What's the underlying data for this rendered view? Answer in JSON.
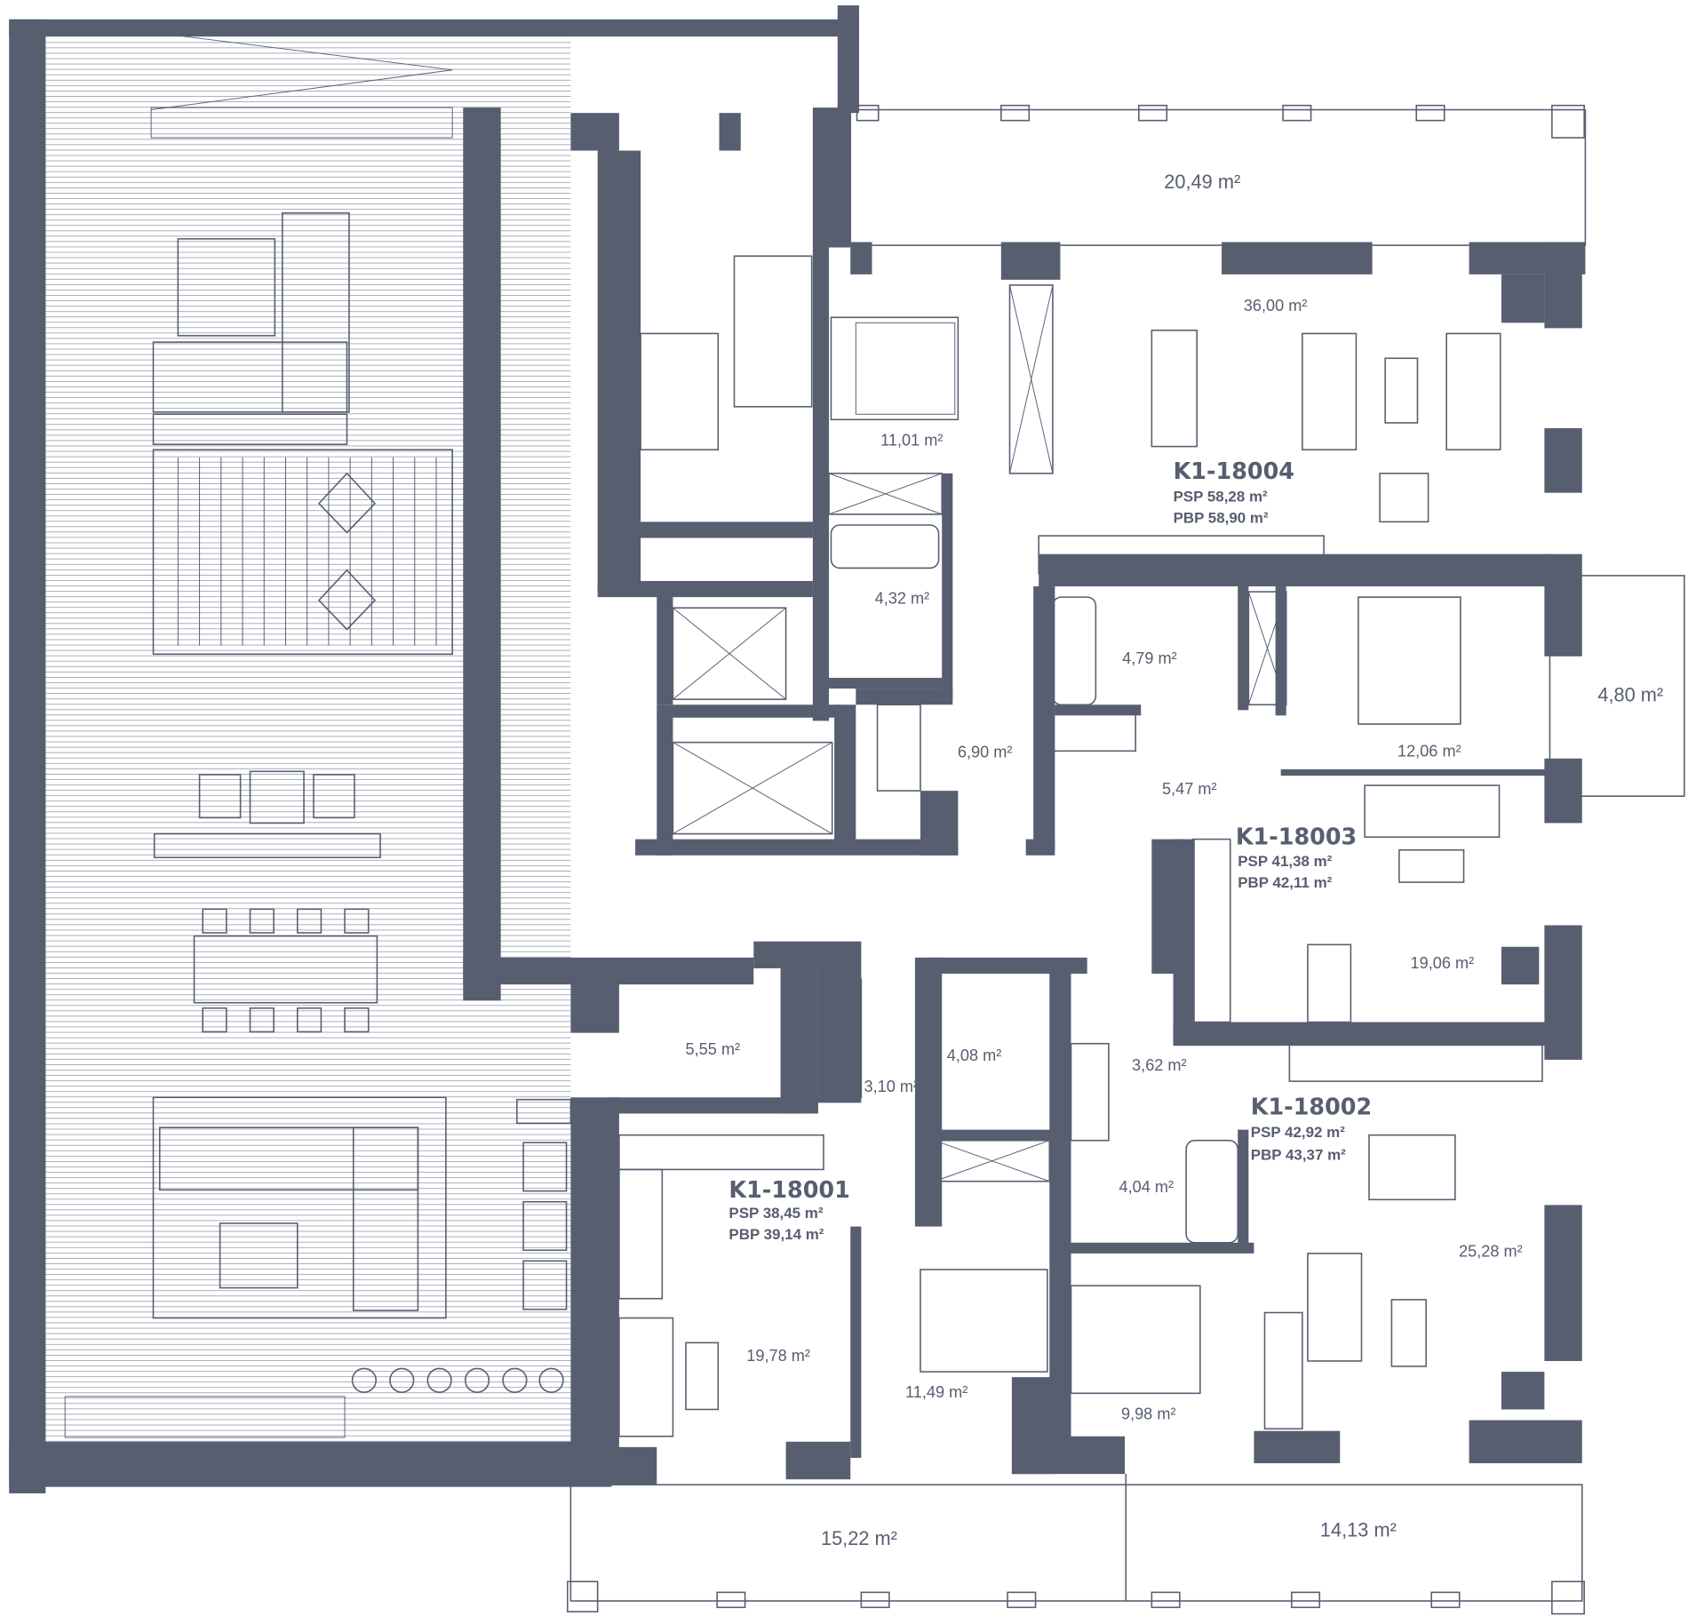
{
  "colors": {
    "wall": "#575e70",
    "background": "#ffffff"
  },
  "apartments": [
    {
      "id": "K1-18004",
      "psp": "PSP 58,28 m²",
      "pbp": "PBP 58,90 m²"
    },
    {
      "id": "K1-18003",
      "psp": "PSP 41,38 m²",
      "pbp": "PBP 42,11 m²"
    },
    {
      "id": "K1-18002",
      "psp": "PSP 42,92 m²",
      "pbp": "PBP 43,37 m²"
    },
    {
      "id": "K1-18001",
      "psp": "PSP 38,45 m²",
      "pbp": "PBP 39,14 m²"
    }
  ],
  "rooms": {
    "balcony_top": "20,49 m²",
    "living_18004": "36,00 m²",
    "bedroom_18004": "11,01 m²",
    "bath_18004": "4,32 m²",
    "bath_18003": "4,79 m²",
    "balcony_right": "4,80 m²",
    "hall_18004": "6,90 m²",
    "bedroom_18003": "12,06 m²",
    "hall_18003": "5,47 m²",
    "living_18003": "19,06 m²",
    "hall_18001": "5,55 m²",
    "bath_18001": "4,08 m²",
    "hall_18002": "3,62 m²",
    "wardrobe_18001": "3,10 m²",
    "bath_18002": "4,04 m²",
    "living_18002": "25,28 m²",
    "living_18001": "19,78 m²",
    "bedroom_18001": "11,49 m²",
    "bedroom_18002": "9,98 m²",
    "balcony_bottom_left": "15,22 m²",
    "balcony_bottom_right": "14,13 m²"
  }
}
